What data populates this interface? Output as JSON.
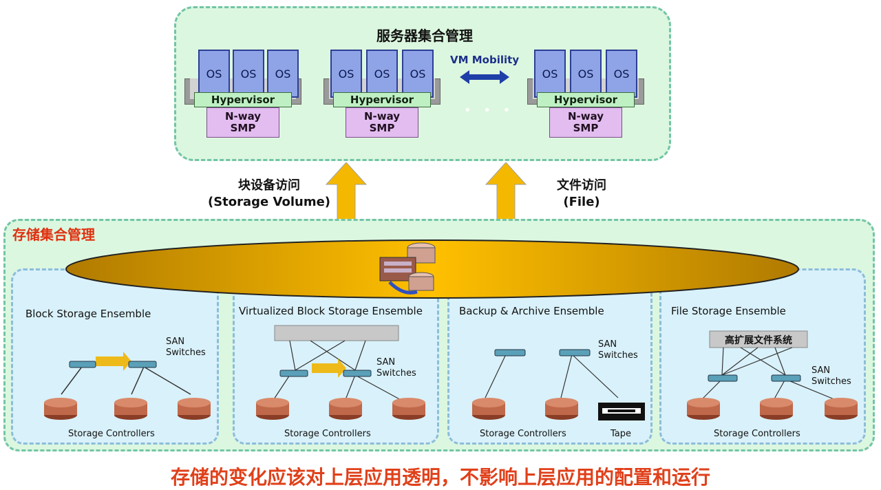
{
  "server": {
    "title": "服务器集合管理",
    "vm_mobility": "VM Mobility",
    "ellipsis": "• • •",
    "hosts": [
      {
        "os": [
          "OS",
          "OS",
          "OS"
        ],
        "hypervisor": "Hypervisor",
        "smp_line1": "N-way",
        "smp_line2": "SMP"
      },
      {
        "os": [
          "OS",
          "OS",
          "OS"
        ],
        "hypervisor": "Hypervisor",
        "smp_line1": "N-way",
        "smp_line2": "SMP"
      },
      {
        "os": [
          "OS",
          "OS",
          "OS"
        ],
        "hypervisor": "Hypervisor",
        "smp_line1": "N-way",
        "smp_line2": "SMP"
      }
    ]
  },
  "access": {
    "block_line1": "块设备访问",
    "block_line2": "(Storage Volume)",
    "file_line1": "文件访问",
    "file_line2": "(File)"
  },
  "storage": {
    "title": "存储集合管理",
    "ensembles": [
      {
        "title": "Block Storage Ensemble",
        "switch_label_1": "SAN",
        "switch_label_2": "Switches",
        "footer": "Storage Controllers"
      },
      {
        "title": "Virtualized Block Storage Ensemble",
        "switch_label_1": "SAN",
        "switch_label_2": "Switches",
        "footer": "Storage Controllers"
      },
      {
        "title": "Backup & Archive Ensemble",
        "switch_label_1": "SAN",
        "switch_label_2": "Switches",
        "footer": "Storage Controllers",
        "tape": "Tape"
      },
      {
        "title": "File Storage Ensemble",
        "switch_label_1": "SAN",
        "switch_label_2": "Switches",
        "footer": "Storage Controllers",
        "fs_box": "高扩展文件系统"
      }
    ]
  },
  "caption": "存储的变化应该对上层应用透明，不影响上层应用的配置和运行",
  "colors": {
    "accent_red": "#e0401a",
    "panel_green": "#dcf7df",
    "ensemble_blue": "#d9f1fa",
    "arrow_gold": "#f0b400"
  }
}
